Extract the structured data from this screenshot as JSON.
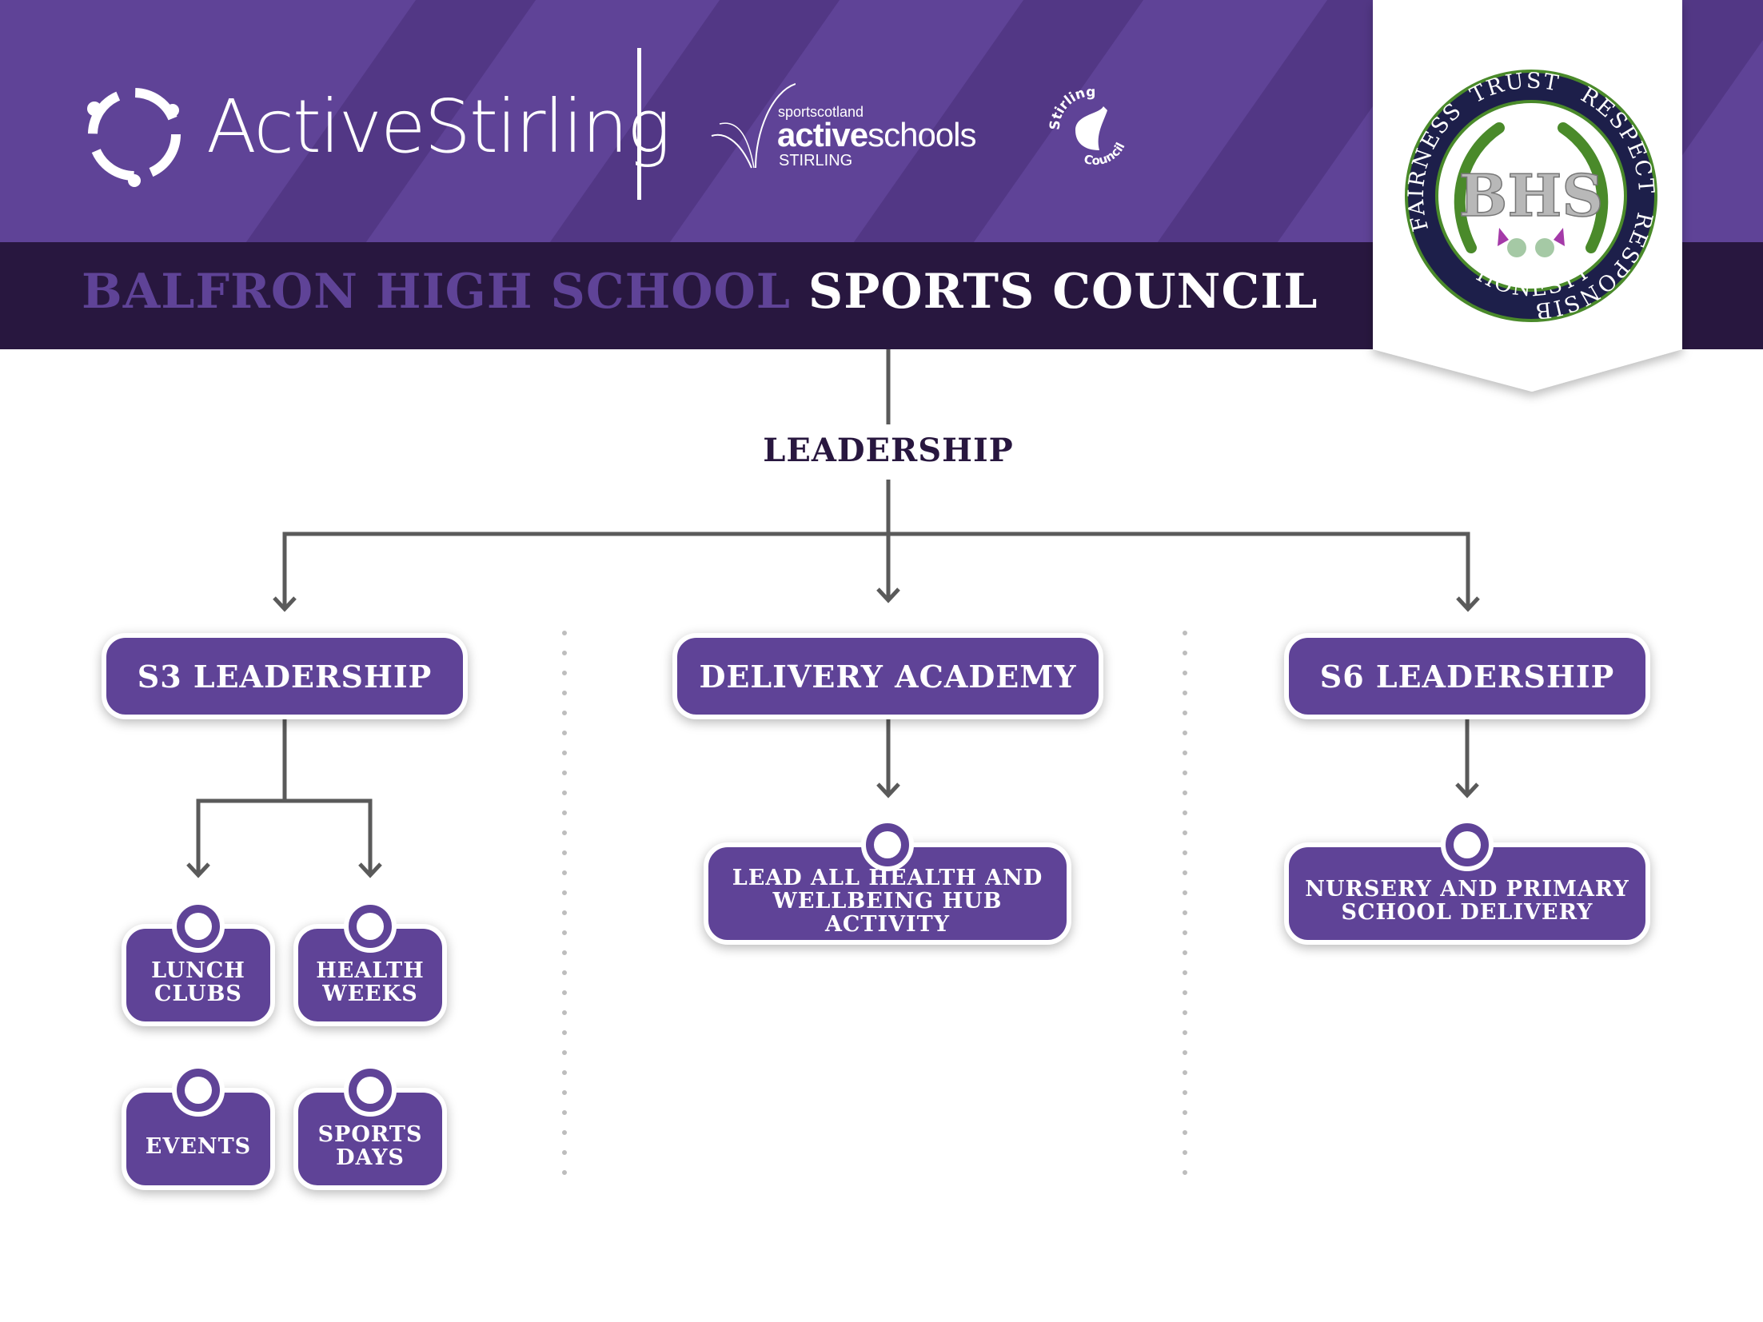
{
  "header": {
    "logo_active_stirling": "ActiveStirling",
    "logo_sportscotland": "sportscotland",
    "logo_active": "active",
    "logo_schools": "schools",
    "logo_stirling": "STIRLING",
    "logo_council_top": "Stirling",
    "logo_council_bottom": "Council",
    "title_part1": "BALFRON HIGH SCHOOL",
    "title_part2": "SPORTS COUNCIL"
  },
  "crest": {
    "monogram": "BHS",
    "values": [
      "RESPECT",
      "RESPONSIBILITY",
      "HONESTY",
      "FAIRNESS",
      "TRUST"
    ]
  },
  "chart": {
    "root": "LEADERSHIP",
    "branches": [
      {
        "label": "S3 LEADERSHIP",
        "children": [
          {
            "l1": "LUNCH",
            "l2": "CLUBS"
          },
          {
            "l1": "HEALTH",
            "l2": "WEEKS"
          },
          {
            "l1": "EVENTS",
            "l2": ""
          },
          {
            "l1": "SPORTS",
            "l2": "DAYS"
          }
        ]
      },
      {
        "label": "DELIVERY ACADEMY",
        "children": [
          {
            "l1": "LEAD ALL HEALTH AND",
            "l2": "WELLBEING HUB ACTIVITY"
          }
        ]
      },
      {
        "label": "S6 LEADERSHIP",
        "children": [
          {
            "l1": "NURSERY AND PRIMARY",
            "l2": "SCHOOL DELIVERY"
          }
        ]
      }
    ]
  },
  "colors": {
    "purple": "#5f4397",
    "dark": "#28173f",
    "line": "#5a5a5a",
    "crest_navy": "#1d1f4a",
    "crest_green": "#4a8a2a"
  }
}
